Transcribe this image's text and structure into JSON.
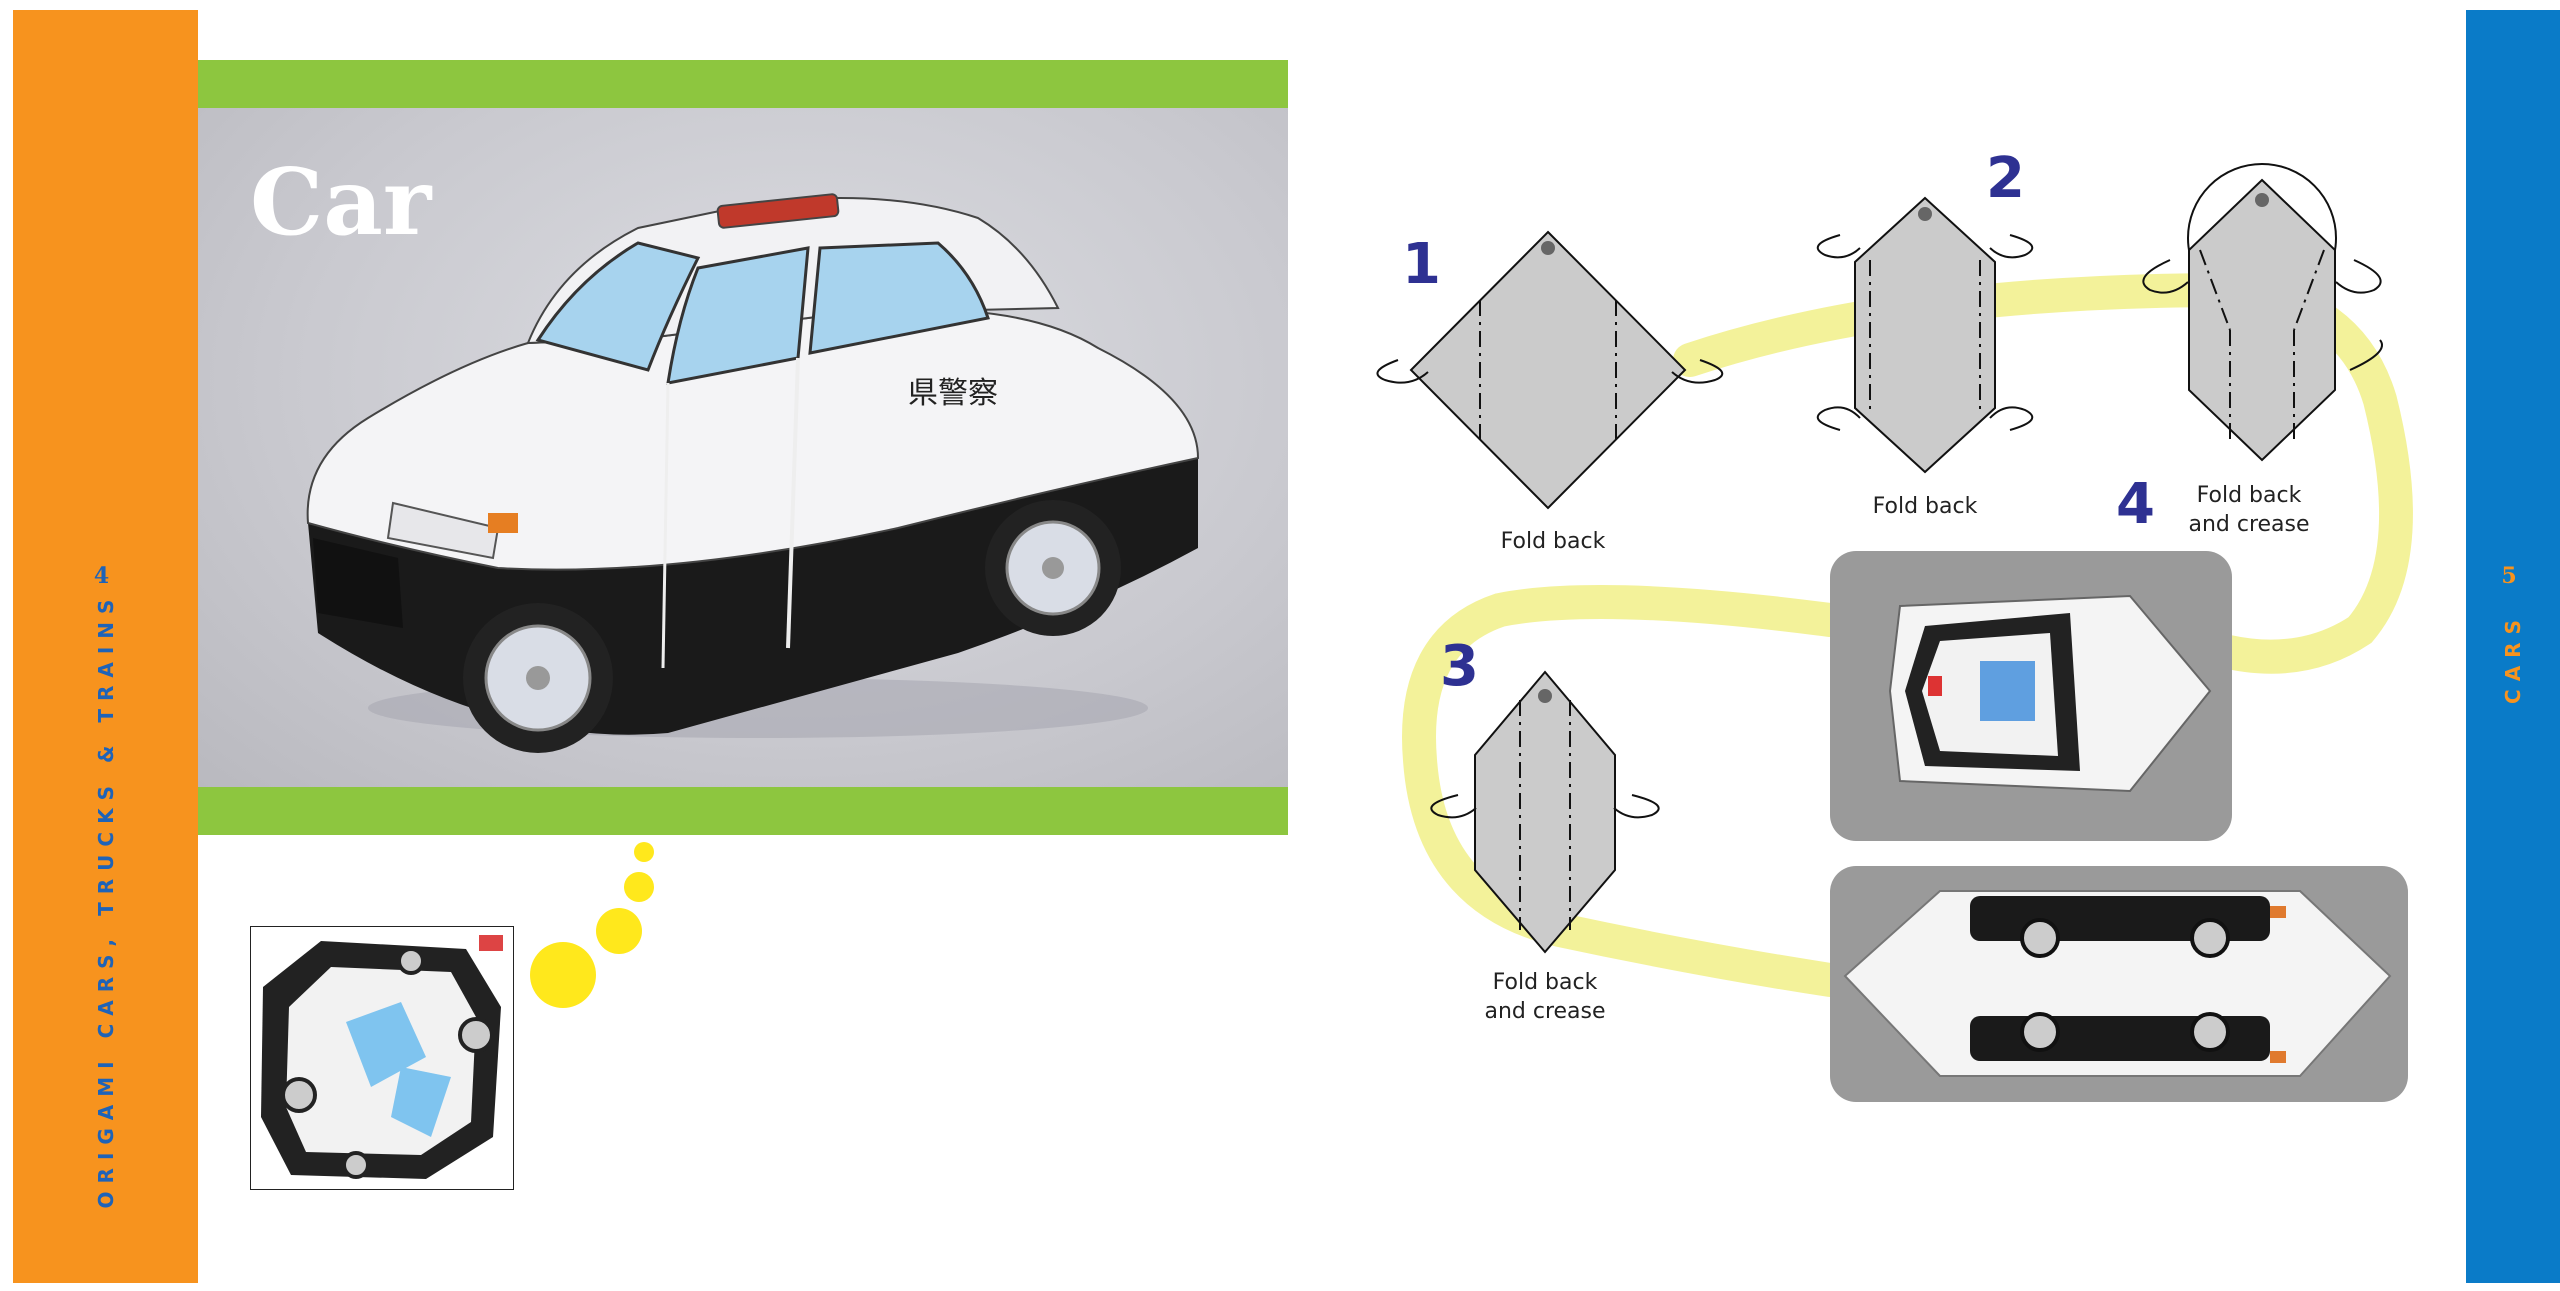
{
  "left_page": {
    "page_number": "4",
    "running_title": "ORIGAMI CARS, TRUCKS & TRAINS"
  },
  "right_page": {
    "page_number": "5",
    "running_title": "CARS"
  },
  "photo": {
    "title": "Car",
    "door_text": "県警察"
  },
  "colors": {
    "orange_bar": "#f7931e",
    "blue_bar": "#0a7bc8",
    "green_band": "#8dc63f",
    "step_number": "#2e3192",
    "path": "#f3f29a",
    "bubble": "#ffe81c"
  },
  "steps": [
    {
      "number": "1",
      "caption": "Fold back"
    },
    {
      "number": "2",
      "caption": "Fold back"
    },
    {
      "number": "3",
      "caption": "Fold back\nand crease"
    },
    {
      "number": "4",
      "caption": "Fold back\nand crease"
    }
  ]
}
